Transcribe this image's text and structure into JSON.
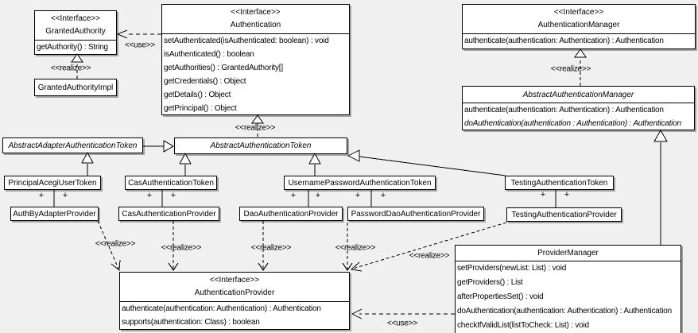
{
  "diagram": {
    "background_color": "#f0f0f0",
    "box_fill_color": "#ffffff",
    "border_color": "#000000",
    "shadow_color": "#a3a3a3",
    "edge_labels": {
      "use": "<<use>>",
      "realize": "<<realize>>",
      "plus": "+"
    },
    "classes": {
      "granted_authority": {
        "stereotype": "<<Interface>>",
        "name": "GrantedAuthority",
        "methods": [
          "getAuthority() : String"
        ]
      },
      "granted_authority_impl": {
        "name": "GrantedAuthorityImpl"
      },
      "authentication": {
        "stereotype": "<<Interface>>",
        "name": "Authentication",
        "methods": [
          "setAuthenticated(isAuthenticated: boolean) : void",
          "isAuthenticated() : boolean",
          "getAuthorities() : GrantedAuthority[]",
          "getCredentials() : Object",
          "getDetails() : Object",
          "getPrincipal() : Object"
        ]
      },
      "authentication_manager": {
        "stereotype": "<<Interface>>",
        "name": "AuthenticationManager",
        "methods": [
          "authenticate(authentication: Authentication) : Authentication"
        ]
      },
      "abstract_authentication_manager": {
        "name": "AbstractAuthenticationManager",
        "methods": [
          "authenticate(authentication: Authentication) : Authentication",
          "doAuthentication(authentication : Authentication) : Authentication"
        ]
      },
      "abstract_adapter_authentication_token": {
        "name": "AbstractAdapterAuthenticationToken"
      },
      "abstract_authentication_token": {
        "name": "AbstractAuthenticationToken"
      },
      "principal_acegi_user_token": {
        "name": "PrincipalAcegiUserToken"
      },
      "cas_authentication_token": {
        "name": "CasAuthenticationToken"
      },
      "username_password_authentication_token": {
        "name": "UsernamePasswordAuthenticationToken"
      },
      "testing_authentication_token": {
        "name": "TestingAuthenticationToken"
      },
      "auth_by_adapter_provider": {
        "name": "AuthByAdapterProvider"
      },
      "cas_authentication_provider": {
        "name": "CasAuthenticationProvider"
      },
      "dao_authentication_provider": {
        "name": "DaoAuthenticationProvider"
      },
      "password_dao_authentication_provider": {
        "name": "PasswordDaoAuthenticationProvider"
      },
      "testing_authentication_provider": {
        "name": "TestingAuthenticationProvider"
      },
      "authentication_provider": {
        "stereotype": "<<Interface>>",
        "name": "AuthenticationProvider",
        "methods": [
          "authenticate(authentication: Authentication) : Authentication",
          "supports(authentication: Class) : boolean"
        ]
      },
      "provider_manager": {
        "name": "ProviderManager",
        "methods": [
          "setProviders(newList: List) : void",
          "getProviders() : List",
          "afterPropertiesSet() : void",
          "doAuthentication(authentication: Authentication) : Authentication",
          "checkIfValidList(listToCheck: List) : void"
        ]
      }
    },
    "edges": [
      {
        "type": "use",
        "from": "Authentication",
        "to": "GrantedAuthority",
        "label": "<<use>>"
      },
      {
        "type": "realize",
        "from": "GrantedAuthorityImpl",
        "to": "GrantedAuthority",
        "label": "<<realize>>"
      },
      {
        "type": "realize",
        "from": "AbstractAuthenticationToken",
        "to": "Authentication",
        "label": "<<realize>>"
      },
      {
        "type": "realize",
        "from": "AbstractAuthenticationManager",
        "to": "AuthenticationManager",
        "label": "<<realize>>"
      },
      {
        "type": "generalize",
        "from": "AbstractAdapterAuthenticationToken",
        "to": "AbstractAuthenticationToken"
      },
      {
        "type": "generalize",
        "from": "PrincipalAcegiUserToken",
        "to": "AbstractAdapterAuthenticationToken"
      },
      {
        "type": "generalize",
        "from": "CasAuthenticationToken",
        "to": "AbstractAuthenticationToken"
      },
      {
        "type": "generalize",
        "from": "UsernamePasswordAuthenticationToken",
        "to": "AbstractAuthenticationToken"
      },
      {
        "type": "generalize",
        "from": "TestingAuthenticationToken",
        "to": "AbstractAuthenticationToken"
      },
      {
        "type": "generalize",
        "from": "ProviderManager",
        "to": "AbstractAuthenticationManager"
      },
      {
        "type": "association",
        "from": "PrincipalAcegiUserToken",
        "to": "AuthByAdapterProvider",
        "end_labels": [
          "+",
          "+"
        ]
      },
      {
        "type": "association",
        "from": "CasAuthenticationToken",
        "to": "CasAuthenticationProvider",
        "end_labels": [
          "+",
          "+"
        ]
      },
      {
        "type": "association",
        "from": "UsernamePasswordAuthenticationToken",
        "to": "DaoAuthenticationProvider",
        "end_labels": [
          "+",
          "+"
        ]
      },
      {
        "type": "association",
        "from": "UsernamePasswordAuthenticationToken",
        "to": "PasswordDaoAuthenticationProvider",
        "end_labels": [
          "+",
          "+"
        ]
      },
      {
        "type": "association",
        "from": "TestingAuthenticationToken",
        "to": "TestingAuthenticationProvider",
        "end_labels": [
          "+",
          "+"
        ]
      },
      {
        "type": "realize",
        "from": "AuthByAdapterProvider",
        "to": "AuthenticationProvider",
        "label": "<<realize>>"
      },
      {
        "type": "realize",
        "from": "CasAuthenticationProvider",
        "to": "AuthenticationProvider",
        "label": "<<realize>>"
      },
      {
        "type": "realize",
        "from": "DaoAuthenticationProvider",
        "to": "AuthenticationProvider",
        "label": "<<realize>>"
      },
      {
        "type": "realize",
        "from": "PasswordDaoAuthenticationProvider",
        "to": "AuthenticationProvider",
        "label": "<<realize>>"
      },
      {
        "type": "realize",
        "from": "TestingAuthenticationProvider",
        "to": "AuthenticationProvider",
        "label": "<<realize>>"
      },
      {
        "type": "use",
        "from": "ProviderManager",
        "to": "AuthenticationProvider",
        "label": "<<use>>"
      }
    ]
  }
}
